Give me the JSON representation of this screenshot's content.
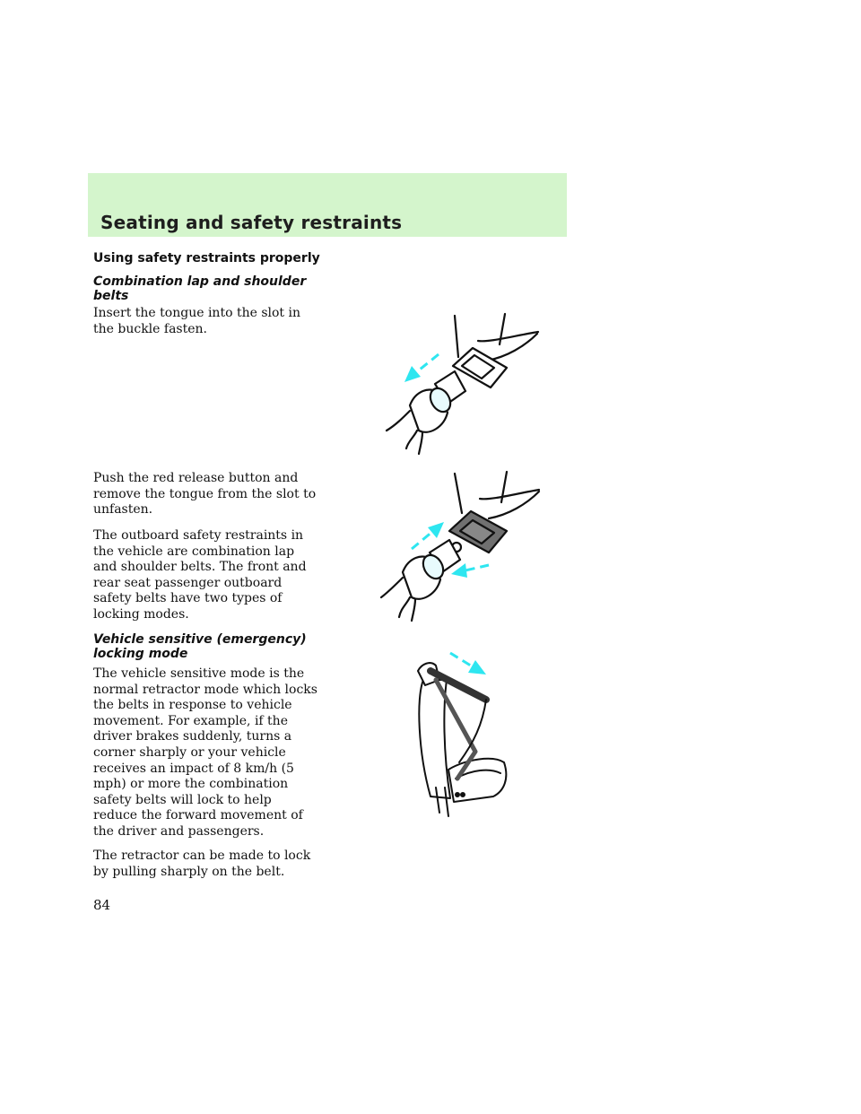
{
  "header": {
    "title": "Seating and safety restraints"
  },
  "section_title": "Using safety restraints properly",
  "sub1": [
    "Combination lap and shoulder",
    "belts"
  ],
  "p1": [
    "Insert the tongue into the slot in",
    "the buckle fasten."
  ],
  "p2": [
    "Push the red release button and",
    "remove the tongue from the slot to",
    "unfasten."
  ],
  "p3": [
    "The outboard safety restraints in",
    "the vehicle are combination lap",
    "and shoulder belts. The front and",
    "rear seat passenger outboard",
    "safety belts have two types of",
    "locking modes."
  ],
  "sub2": [
    "Vehicle sensitive (emergency)",
    "locking mode"
  ],
  "p4": [
    "The vehicle sensitive mode is the",
    "normal retractor mode which locks",
    "the belts in response to vehicle",
    "movement. For example, if the",
    "driver brakes suddenly, turns a",
    "corner sharply or your vehicle",
    "receives an impact of 8 km/h (5",
    "mph) or more the combination",
    "safety belts will lock to help",
    "reduce the forward movement of",
    "the driver and passengers."
  ],
  "p5": [
    "The retractor can be made to lock",
    "by pulling sharply on the belt."
  ],
  "page_number": "84",
  "colors": {
    "header_band": "#d4f5cc",
    "arrow": "#2ee6f0",
    "latch": "#707070"
  }
}
